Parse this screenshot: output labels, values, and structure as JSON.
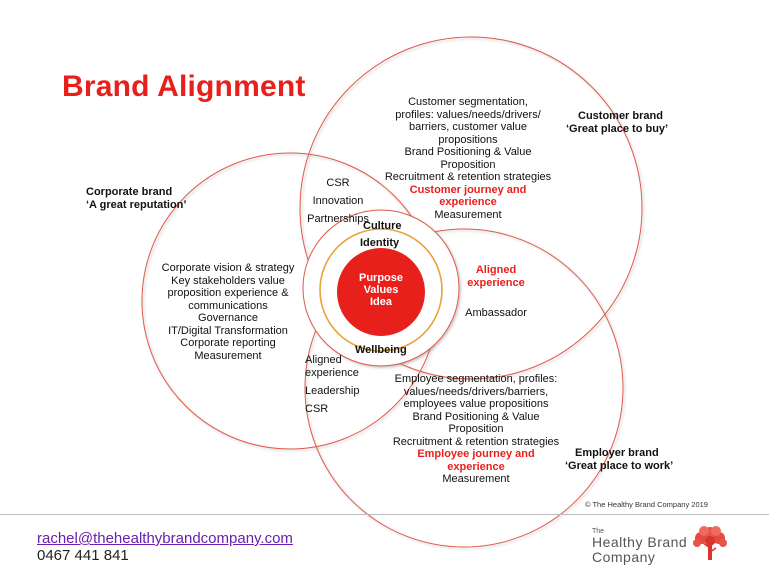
{
  "title": "Brand Alignment",
  "labels": {
    "corporate": [
      "Corporate brand",
      "‘A great reputation’"
    ],
    "customer": [
      "Customer brand",
      "‘Great place to buy’"
    ],
    "employer": [
      "Employer brand",
      "‘Great place to work’"
    ]
  },
  "corporate_circle": {
    "lines": [
      "Corporate vision & strategy",
      "Key stakeholders value",
      "proposition experience &",
      "communications",
      "Governance",
      "IT/Digital Transformation",
      "Corporate reporting",
      "Measurement"
    ]
  },
  "customer_circle": {
    "lines": [
      "Customer segmentation,",
      "profiles: values/needs/drivers/",
      "barriers, customer value",
      "propositions",
      "Brand Positioning & Value",
      "Proposition",
      "Recruitment & retention strategies"
    ],
    "highlight": [
      "Customer journey and",
      "experience"
    ],
    "last": "Measurement"
  },
  "employer_circle": {
    "lines": [
      "Employee segmentation, profiles:",
      "values/needs/drivers/barriers,",
      "employees value propositions",
      "Brand Positioning & Value",
      "Proposition",
      "Recruitment & retention strategies"
    ],
    "highlight": [
      "Employee journey and",
      "experience"
    ],
    "last": "Measurement"
  },
  "overlap_corp_cust": [
    "CSR",
    "Innovation",
    "Partnerships"
  ],
  "overlap_corp_emp": [
    "Aligned",
    "experience",
    "Leadership",
    "CSR"
  ],
  "overlap_cust_emp": {
    "highlight": [
      "Aligned",
      "experience"
    ],
    "text": "Ambassador"
  },
  "center": {
    "culture": "Culture",
    "identity": "Identity",
    "wellbeing": "Wellbeing",
    "core": [
      "Purpose",
      "Values",
      "Idea"
    ]
  },
  "colors": {
    "accent_red": "#e8201c",
    "circle_stroke": "#e05a4a",
    "ring_orange": "#e8a33a",
    "link_purple": "#6a1fb0"
  },
  "copyright": "© The Healthy Brand Company 2019",
  "footer": {
    "email": "rachel@thehealthybrandcompany.com",
    "phone": "0467 441 841"
  },
  "logo": {
    "the": "The",
    "line1": "Healthy Brand",
    "line2": "Company",
    "icon": "tree-icon"
  }
}
